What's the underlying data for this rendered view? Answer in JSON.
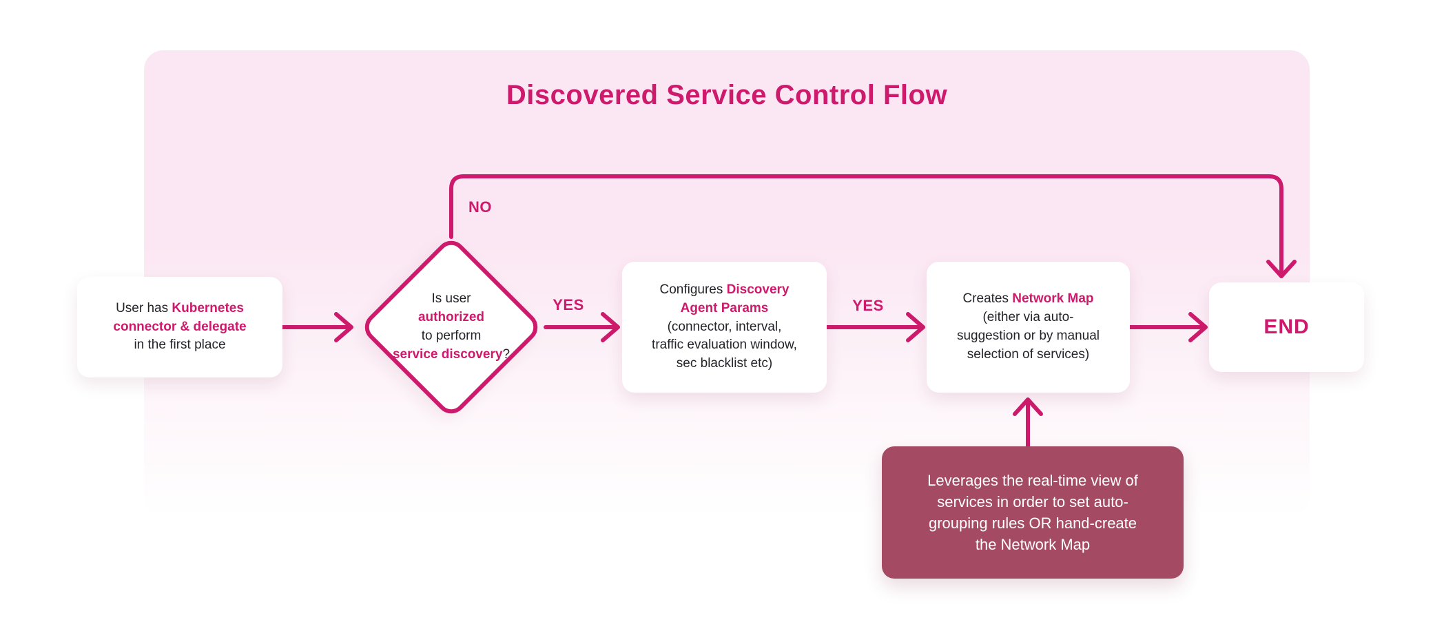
{
  "title": "Discovered Service Control Flow",
  "colors": {
    "accent": "#CE1A6C",
    "panel_top": "#FBE7F3",
    "note_bg": "#A54A63",
    "text_dark": "#232329",
    "node_bg": "#FFFFFF"
  },
  "nodes": {
    "start": {
      "segments": [
        {
          "t": "User has "
        },
        {
          "t": "Kubernetes\nconnector & delegate",
          "b": true
        },
        {
          "t": "\nin the first place"
        }
      ]
    },
    "decision": {
      "segments": [
        {
          "t": "Is user\n"
        },
        {
          "t": "authorized",
          "b": true
        },
        {
          "t": "\nto perform\n"
        },
        {
          "t": "service discovery",
          "b": true
        },
        {
          "t": "?"
        }
      ]
    },
    "configure": {
      "segments": [
        {
          "t": "Configures "
        },
        {
          "t": "Discovery\nAgent Params",
          "b": true
        },
        {
          "t": "\n(connector, interval,\ntraffic evaluation window,\nsec blacklist etc)"
        }
      ]
    },
    "create_map": {
      "segments": [
        {
          "t": "Creates "
        },
        {
          "t": "Network Map",
          "b": true
        },
        {
          "t": "\n(either via auto-\nsuggestion or by manual\nselection of services)"
        }
      ]
    },
    "end": {
      "label": "END"
    },
    "note": {
      "segments": [
        {
          "t": "Leverages the real-time view of\nservices in order to set auto-\ngrouping rules OR hand-create\nthe Network Map"
        }
      ]
    }
  },
  "edge_labels": {
    "no": "NO",
    "yes1": "YES",
    "yes2": "YES"
  }
}
